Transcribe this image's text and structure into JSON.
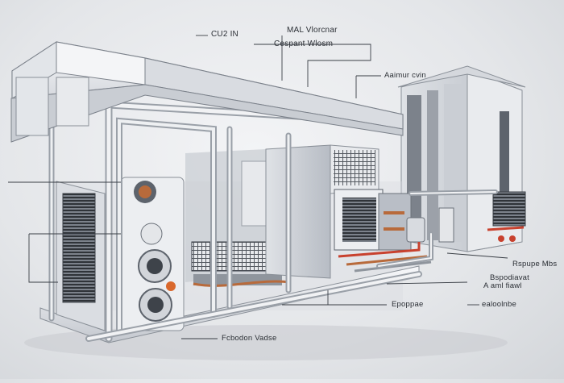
{
  "labels": {
    "top_a": "CU2 IN",
    "top_b": "MAL Vlorcnar",
    "top_c": "Cespant Wlosm",
    "top_right": "Aaimur cvin",
    "right_1": "Rspupe Mbs",
    "right_2": "Bspodiavat",
    "right_3": "A aml fiawl",
    "bottom_mid": "Epoppae",
    "bottom_right": "ealoolnbe",
    "bottom_left": "Fcbodon Vadse"
  },
  "colors": {
    "background": "#e4e6e9",
    "metal_light": "#eceef1",
    "metal_mid": "#b9bec6",
    "metal_dark": "#5d636c",
    "copper": "#b86a3b",
    "accent_red": "#c8412e",
    "leader_line": "#3a3f46"
  }
}
